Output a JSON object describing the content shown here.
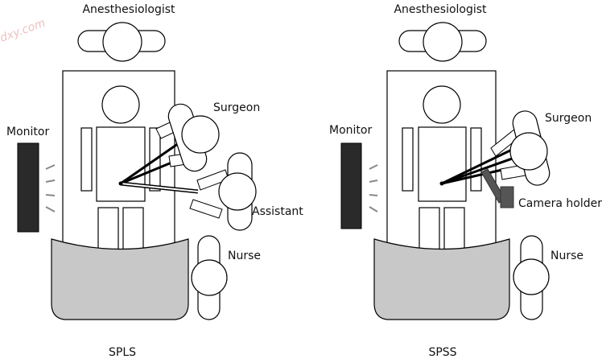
{
  "watermark": "dxy.com",
  "left": {
    "anesthesiologist": "Anesthesiologist",
    "monitor": "Monitor",
    "surgeon": "Surgeon",
    "assistant": "Assistant",
    "nurse": "Nurse",
    "caption": "SPLS"
  },
  "right": {
    "anesthesiologist": "Anesthesiologist",
    "monitor": "Monitor",
    "surgeon": "Surgeon",
    "camera_holder": "Camera holder",
    "nurse": "Nurse",
    "caption": "SPSS"
  },
  "colors": {
    "outline": "#000000",
    "drape": "#c8c8c8",
    "monitor": "#2a2a2a",
    "camera_holder": "#555555",
    "white": "#ffffff"
  }
}
